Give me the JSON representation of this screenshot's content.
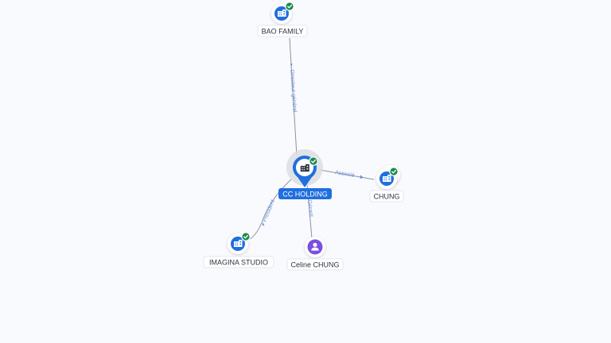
{
  "nodes": {
    "bao_family": {
      "label": "BAO FAMILY",
      "type": "company",
      "verified": true
    },
    "cc_holding": {
      "label": "CC HOLDING",
      "type": "company",
      "verified": true,
      "focus": true
    },
    "chung": {
      "label": "CHUNG",
      "type": "company",
      "verified": true
    },
    "imagina_studio": {
      "label": "IMAGINA STUDIO",
      "type": "company",
      "verified": true
    },
    "celine_chung": {
      "label": "Celine CHUNG",
      "type": "person",
      "verified": false
    }
  },
  "edges": {
    "bao_to_cc": {
      "label": "Directeur général"
    },
    "cc_to_chung": {
      "label": "Associé"
    },
    "cc_to_imagina": {
      "label": "Président"
    },
    "cc_to_celine": {
      "label": "Gérant"
    }
  },
  "colors": {
    "background": "#f9fafd",
    "company_icon": "#1f6fe0",
    "person_icon": "#7b4fe0",
    "verified_badge": "#1b8a4c",
    "edge_label": "#6f8fd9",
    "edge_line": "#8a92a3"
  }
}
